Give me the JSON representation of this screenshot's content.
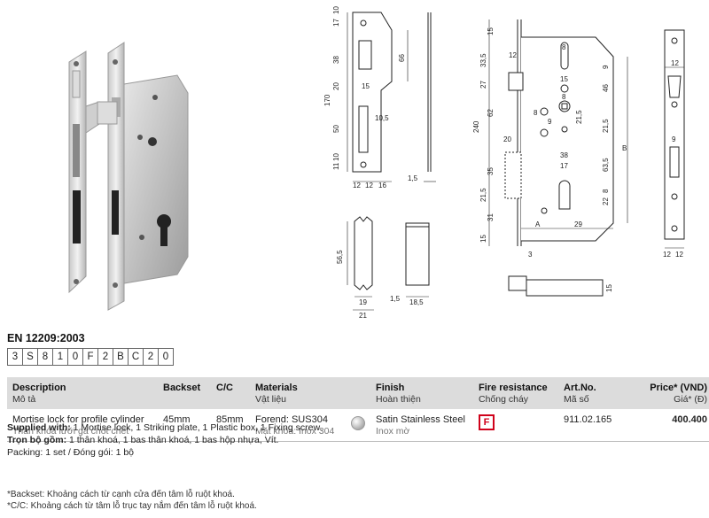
{
  "standard": "EN 12209:2003",
  "classification": [
    "3",
    "S",
    "8",
    "1",
    "0",
    "F",
    "2",
    "B",
    "C",
    "2",
    "0"
  ],
  "columns": {
    "description": {
      "en": "Description",
      "vi": "Mô tả"
    },
    "backset": {
      "en": "Backset"
    },
    "cc": {
      "en": "C/C"
    },
    "materials": {
      "en": "Materials",
      "vi": "Vật liệu"
    },
    "finish": {
      "en": "Finish",
      "vi": "Hoàn thiện"
    },
    "fire": {
      "en": "Fire resistance",
      "vi": "Chống cháy"
    },
    "artno": {
      "en": "Art.No.",
      "vi": "Mã số"
    },
    "price": {
      "en": "Price* (VND)",
      "vi": "Giá* (Đ)"
    }
  },
  "product": {
    "description_en": "Mortise lock for profile cylinder",
    "description_vi": "Thân khóa lưỡi gà chốt chết",
    "backset": "45mm",
    "cc": "85mm",
    "material_en": "Forend: SUS304",
    "material_vi": "Mặt khóa: Inox 304",
    "finish_en": "Satin Stainless Steel",
    "finish_vi": "Inox mờ",
    "fire_badge": "F",
    "art_no": "911.02.165",
    "price": "400.400"
  },
  "notes": {
    "supplied_label": "Supplied with:",
    "supplied_text": " 1 Mortise lock, 1 Striking plate, 1 Plastic box, 1 Fixing screw.",
    "tron_bo_label": "Trọn bộ gồm:",
    "tron_bo_text": " 1 thân khoá, 1 bas thân khoá, 1 bas hộp nhựa, Vít.",
    "packing": "Packing: 1 set / Đóng gói: 1 bộ"
  },
  "footnotes": {
    "backset": "*Backset: Khoảng cách từ cạnh cửa đến tâm lỗ ruột khoá.",
    "cc": "*C/C: Khoảng cách từ tâm lỗ trục tay nắm đến tâm lỗ ruột khoá."
  },
  "dimensions": {
    "strike_top": [
      "17",
      "10",
      "38",
      "20",
      "170",
      "50",
      "10",
      "11",
      "66",
      "15",
      "10,5"
    ],
    "strike_bottom": [
      "12",
      "12",
      "16",
      "1,5"
    ],
    "box": [
      "56,5",
      "19",
      "21",
      "1,5",
      "18,5"
    ],
    "body_left": [
      "15",
      "33,5",
      "12",
      "27",
      "240",
      "62",
      "20",
      "35",
      "21,5",
      "31",
      "15",
      "3"
    ],
    "body_mid": [
      "8",
      "15",
      "8",
      "8",
      "9",
      "21,5",
      "38",
      "17",
      "A",
      "29"
    ],
    "body_right": [
      "9",
      "46",
      "21,5",
      "63,5",
      "B",
      "22",
      "8",
      "15"
    ],
    "faceplate": [
      "12",
      "9",
      "12",
      "12"
    ]
  },
  "colors": {
    "header_bg": "#dcdcdc",
    "fire_red": "#d0021b",
    "line": "#222222"
  }
}
